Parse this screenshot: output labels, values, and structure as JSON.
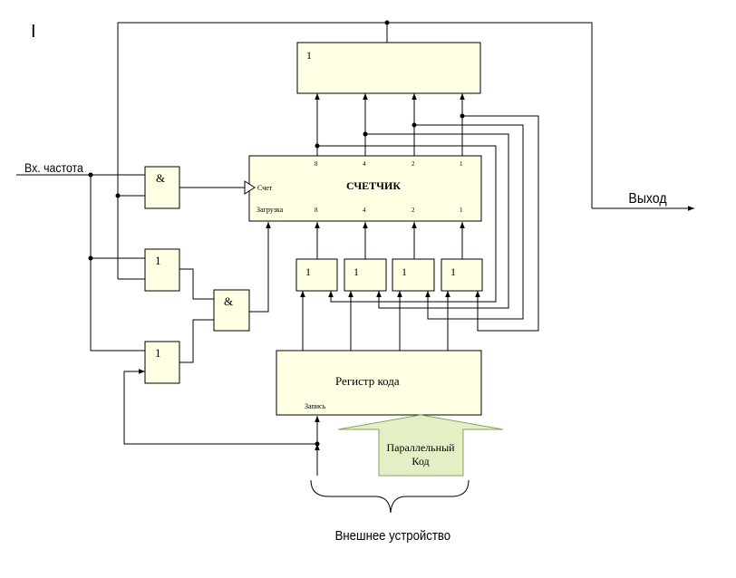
{
  "corner_mark": "I",
  "input_label": "Вх. частота",
  "output_label": "Выход",
  "external_label": "Внешнее устройство",
  "or_label": "1",
  "and_label": "&",
  "counter": {
    "title": "СЧЕТЧИК",
    "count_label": "Счет",
    "load_label": "Загрузка",
    "weights_top": [
      "8",
      "4",
      "2",
      "1"
    ],
    "weights_bottom": [
      "8",
      "4",
      "2",
      "1"
    ]
  },
  "register": {
    "title": "Регистр кода",
    "write_label": "Запись"
  },
  "parallel_code": {
    "line1": "Параллельный",
    "line2": "Код"
  },
  "colors": {
    "block_fill": "#ffffe3",
    "arrow_fill": "#e3f0c6",
    "arrow_stroke": "#8aa35a"
  }
}
